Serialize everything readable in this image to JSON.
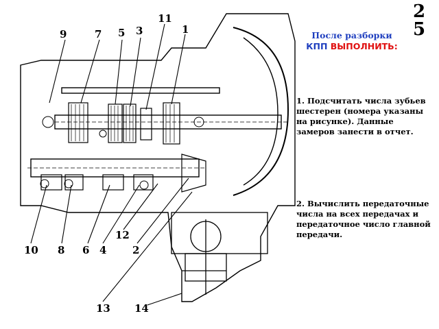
{
  "page_number": "2\n5",
  "header": {
    "line1": "После разборки",
    "line2_prefix": "КПП ",
    "line2_highlight": "ВЫПОЛНИТЬ:"
  },
  "tasks": [
    "1. Подсчитать числа зубьев шестерен (номера указаны на рисунке). Данные замеров занести в отчет.",
    "2. Вычислить передаточные числа на всех передачах и передаточное число главной передачи."
  ],
  "drawing": {
    "labels_top": [
      "9",
      "7",
      "5",
      "3",
      "11",
      "1"
    ],
    "labels_bottom": [
      "10",
      "8",
      "6",
      "4",
      "12",
      "2",
      "13",
      "14"
    ]
  },
  "colors": {
    "header_blue": "#1f3fbf",
    "highlight_red": "#e01010"
  }
}
